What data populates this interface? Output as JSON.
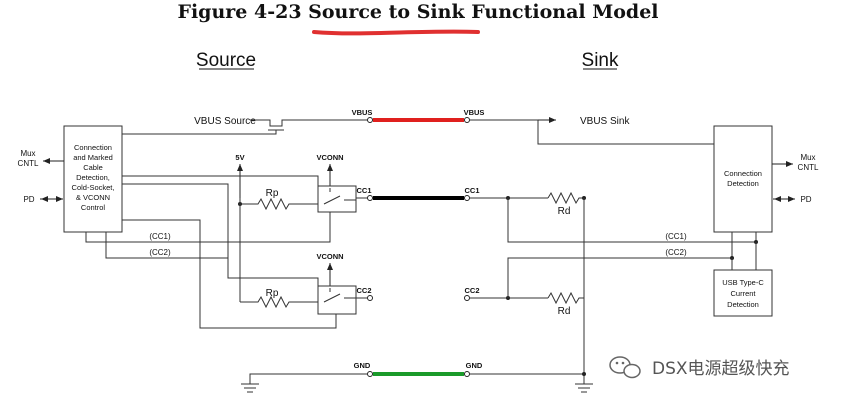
{
  "figure": {
    "title": "Figure 4-23  Source to Sink Functional Model",
    "source_heading": "Source",
    "sink_heading": "Sink"
  },
  "source": {
    "box_lines": [
      "Connection",
      "and Marked",
      "Cable",
      "Detection,",
      "Cold-Socket,",
      "& VCONN",
      "Control"
    ],
    "mux_line1": "Mux",
    "mux_line2": "CNTL",
    "pd": "PD",
    "vbus_source": "VBUS Source",
    "v5": "5V",
    "vconn_top": "VCONN",
    "vconn_bottom": "VCONN",
    "rp_top": "Rp",
    "rp_bottom": "Rp",
    "cc1_bus": "(CC1)",
    "cc2_bus": "(CC2)"
  },
  "cable": {
    "vbus_left": "VBUS",
    "vbus_right": "VBUS",
    "cc1_left": "CC1",
    "cc1_right": "CC1",
    "cc2_left": "CC2",
    "cc2_right": "CC2",
    "gnd_left": "GND",
    "gnd_right": "GND",
    "vbus_color": "#e0201e",
    "cc1_color": "#000000",
    "gnd_color": "#1a9a2a"
  },
  "sink": {
    "vbus_sink": "VBUS Sink",
    "box_lines": [
      "Connection",
      "Detection"
    ],
    "mux_line1": "Mux",
    "mux_line2": "CNTL",
    "pd": "PD",
    "rd_top": "Rd",
    "rd_bottom": "Rd",
    "cc1_bus": "(CC1)",
    "cc2_bus": "(CC2)",
    "current_box_lines": [
      "USB Type-C",
      "Current",
      "Detection"
    ]
  },
  "decoration": {
    "underline_color": "#e03030"
  },
  "watermark": {
    "text": "DSX电源超级快充"
  }
}
